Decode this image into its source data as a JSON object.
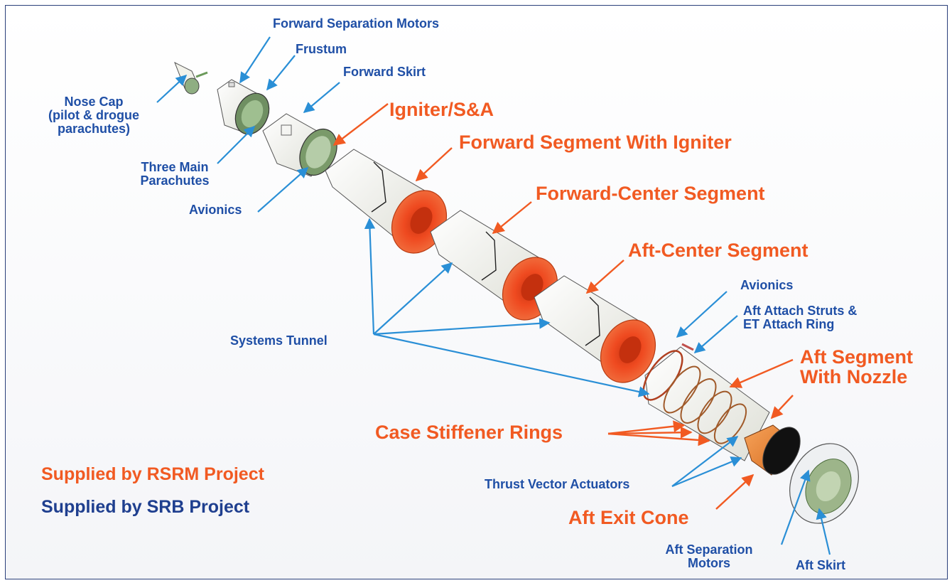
{
  "diagram": {
    "labels_blue": {
      "forward_separation_motors": "Forward Separation Motors",
      "frustum": "Frustum",
      "forward_skirt": "Forward Skirt",
      "nose_cap_line1": "Nose Cap",
      "nose_cap_line2": "(pilot & drogue",
      "nose_cap_line3": "parachutes)",
      "three_main_parachutes_line1": "Three Main",
      "three_main_parachutes_line2": "Parachutes",
      "avionics_forward": "Avionics",
      "systems_tunnel": "Systems Tunnel",
      "avionics_aft": "Avionics",
      "aft_attach_struts_line1": "Aft Attach Struts &",
      "aft_attach_struts_line2": "ET Attach Ring",
      "thrust_vector_actuators": "Thrust Vector Actuators",
      "aft_separation_motors_line1": "Aft Separation",
      "aft_separation_motors_line2": "Motors",
      "aft_skirt": "Aft Skirt"
    },
    "labels_orange": {
      "igniter_sa": "Igniter/S&A",
      "forward_segment_with_igniter": "Forward Segment With Igniter",
      "forward_center_segment": "Forward-Center Segment",
      "aft_center_segment": "Aft-Center Segment",
      "aft_segment_line1": "Aft Segment",
      "aft_segment_line2": "With Nozzle",
      "case_stiffener_rings": "Case Stiffener Rings",
      "aft_exit_cone": "Aft Exit Cone"
    },
    "legend": {
      "rsrm": "Supplied by RSRM Project",
      "srb": "Supplied by SRB Project"
    },
    "colors": {
      "blue_label": "#1f4fa6",
      "orange_label": "#f15a22",
      "arrow_blue": "#2a8fd6",
      "arrow_orange": "#f15a22",
      "segment_body": "#fbfbf6",
      "segment_core": "#e8421c",
      "frame_border": "#2a3f7a"
    }
  }
}
